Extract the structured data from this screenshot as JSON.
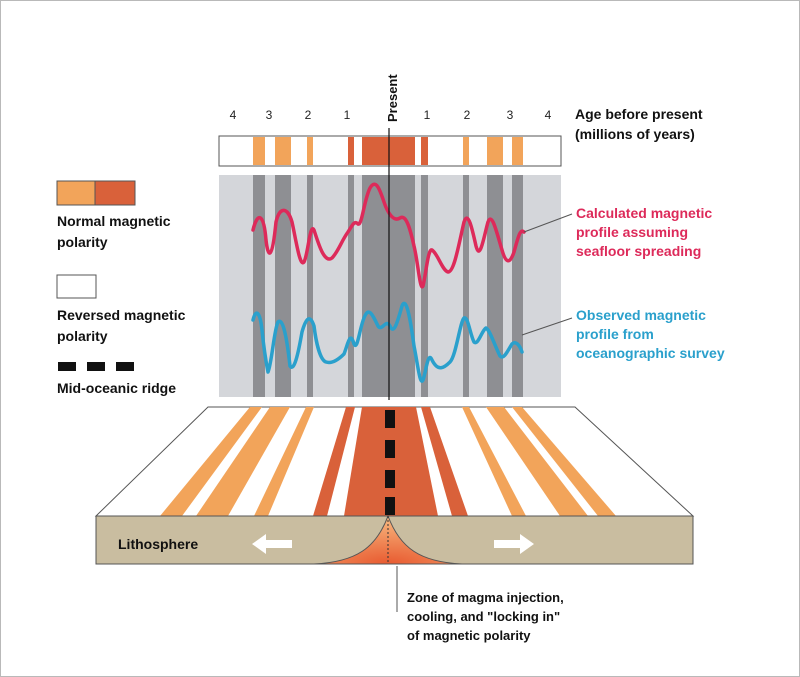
{
  "header": {
    "present_label": "Present",
    "age_title_line1": "Age before present",
    "age_title_line2": "(millions of years)",
    "age_ticks_left": [
      "4",
      "3",
      "2",
      "1"
    ],
    "age_ticks_right": [
      "1",
      "2",
      "3",
      "4"
    ]
  },
  "legend": {
    "normal_line1": "Normal  magnetic",
    "normal_line2": "polarity",
    "reversed_line1": "Reversed  magnetic",
    "reversed_line2": "polarity",
    "ridge_label": "Mid-oceanic ridge"
  },
  "profiles": {
    "calculated_line1": "Calculated magnetic",
    "calculated_line2": "profile assuming",
    "calculated_line3": "seafloor spreading",
    "observed_line1": "Observed magnetic",
    "observed_line2": "profile from",
    "observed_line3": "oceanographic survey"
  },
  "block": {
    "lithosphere_label": "Lithosphere",
    "zone_line1": "Zone of magma injection,",
    "zone_line2": "cooling, and \"locking in\"",
    "zone_line3": "of magnetic polarity"
  },
  "colors": {
    "normal_light": "#f2a45a",
    "normal_dark": "#d9613a",
    "calculated_curve": "#dd2a5a",
    "observed_curve": "#2aa0cc",
    "profile_panel": "#d4d6da",
    "profile_band": "#8e8f93",
    "lithosphere": "#c9bda0"
  }
}
